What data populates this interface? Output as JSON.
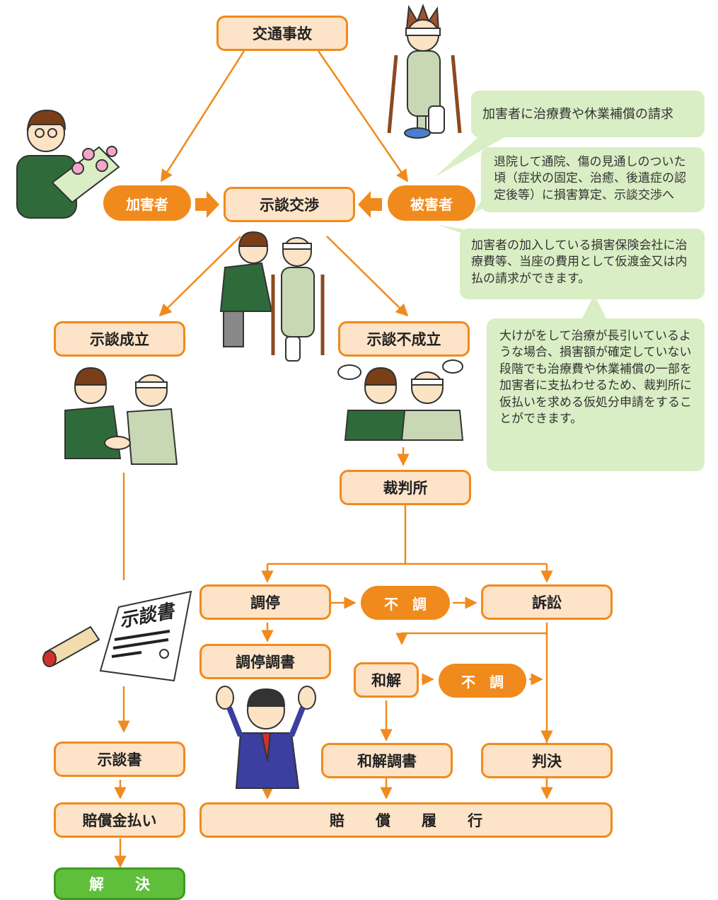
{
  "nodes": {
    "accident": "交通事故",
    "perpetrator": "加害者",
    "victim": "被害者",
    "negotiation": "示談交渉",
    "settlement": "示談成立",
    "no_settlement": "示談不成立",
    "court": "裁判所",
    "mediation": "調停",
    "breakdown1": "不　調",
    "lawsuit": "訴訟",
    "mediation_record": "調停調書",
    "compromise": "和解",
    "breakdown2": "不　調",
    "compromise_record": "和解調書",
    "judgment": "判決",
    "settlement_doc": "示談書",
    "payment": "賠償金払い",
    "compensation_exec": "賠　償　履　行",
    "resolution": "解　決"
  },
  "notes": {
    "note1": "加害者に治療費や休業補償の請求",
    "note2": "退院して通院、傷の見通しのついた頃（症状の固定、治癒、後遺症の認定後等）に損害算定、示談交渉へ",
    "note3": "加害者の加入している損害保険会社に治療費等、当座の費用として仮渡金又は内払の請求ができます。",
    "note4": "大けがをして治療が長引いているような場合、損害額が確定していない段階でも治療費や休業補償の一部を加害者に支払わせるため、裁判所に仮払いを求める仮処分申請をすることができます。"
  },
  "document_illustration": {
    "title": "示談書"
  },
  "colors": {
    "box_fill": "#fde3c7",
    "box_border": "#f08a1c",
    "oval_fill": "#f08a1c",
    "note_fill": "#d9eec4",
    "final_fill": "#5fbf3a",
    "arrow": "#f08a1c"
  }
}
